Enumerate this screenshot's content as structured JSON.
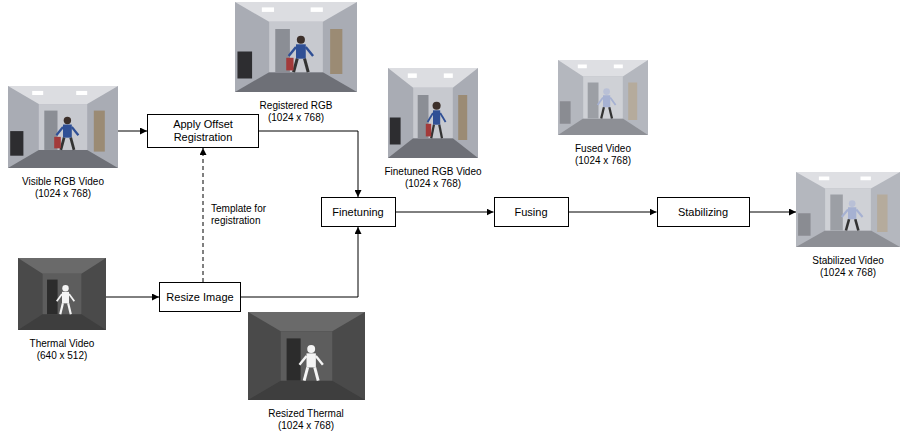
{
  "diagram": {
    "nodes": [
      {
        "text": [
          "Visible RGB Video (1024 x 768)"
        ]
      },
      {
        "text": [
          "Apply Offset Registration"
        ]
      },
      {
        "text": [
          "Registered RGB (1024 x 768)"
        ]
      },
      {
        "text": [
          "Thermal Video (640 x 512)"
        ]
      },
      {
        "text": [
          "Resize Image"
        ]
      },
      {
        "text": [
          "Resized Thermal (1024 x 768)"
        ]
      },
      {
        "text": [
          "Finetuning"
        ]
      },
      {
        "text": [
          "Finetuned RGB Video (1024 x 768)"
        ]
      },
      {
        "text": [
          "Fusing"
        ]
      },
      {
        "text": [
          "Fused Video (1024 x 768)"
        ]
      },
      {
        "text": [
          "Stabilizing"
        ]
      },
      {
        "text": [
          "Stabilized Video (1024 x 768)"
        ]
      }
    ],
    "edges": [
      {
        "from": 0,
        "to": 1,
        "arrow": "to"
      },
      {
        "from": 3,
        "to": 4,
        "arrow": "to"
      },
      {
        "from": 4,
        "to": 1,
        "label": "Template for registration",
        "arrow": "to"
      },
      {
        "from": 1,
        "to": 6,
        "arrow": "to"
      },
      {
        "from": 4,
        "to": 6,
        "arrow": "to"
      },
      {
        "from": 6,
        "to": 8,
        "arrow": "to"
      },
      {
        "from": 8,
        "to": 10,
        "arrow": "to"
      },
      {
        "from": 10,
        "to": 11,
        "arrow": "to"
      }
    ]
  }
}
